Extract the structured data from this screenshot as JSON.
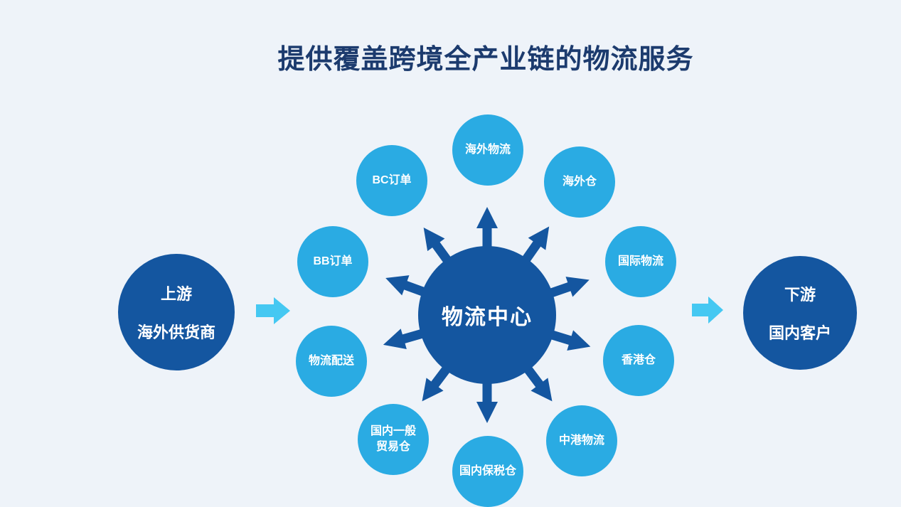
{
  "title": "提供覆盖跨境全产业链的物流服务",
  "colors": {
    "background": "#eef3f9",
    "main_circle": "#1456a0",
    "satellite_circle": "#2aabe3",
    "connector_arrow": "#45c8f2",
    "radial_arrow": "#1456a0",
    "title_text": "#1c3b6e",
    "circle_text": "#ffffff"
  },
  "diagram": {
    "center_node": {
      "label": "物流中心"
    },
    "upstream_node": {
      "line1": "上游",
      "line2": "海外供货商"
    },
    "downstream_node": {
      "line1": "下游",
      "line2": "国内客户"
    },
    "satellites": [
      {
        "label": "BC订单"
      },
      {
        "label": "海外物流"
      },
      {
        "label": "海外仓"
      },
      {
        "label": "BB订单"
      },
      {
        "label": "国际物流"
      },
      {
        "label": "物流配送"
      },
      {
        "label": "香港仓"
      },
      {
        "label": "国内一般\n贸易仓"
      },
      {
        "label": "中港物流"
      },
      {
        "label": "国内保税仓"
      }
    ]
  }
}
